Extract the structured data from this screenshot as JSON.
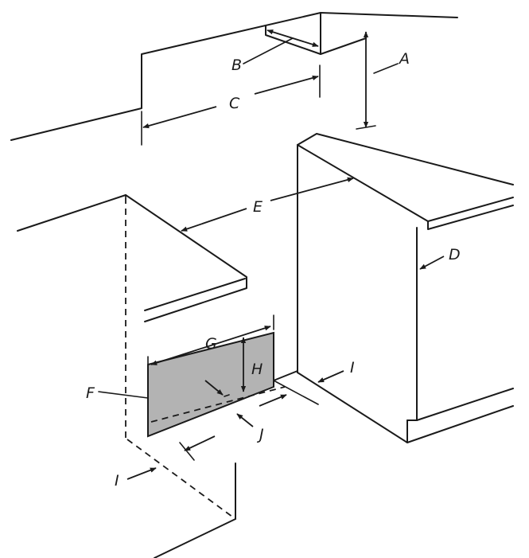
{
  "labels": {
    "a": "A",
    "b": "B",
    "c": "C",
    "d": "D",
    "e": "E",
    "f": "F",
    "g": "G",
    "h": "H",
    "i_right": "I",
    "i_left": "I",
    "j": "J"
  },
  "colors": {
    "ink": "#1a1a1a",
    "panel_fill": "#b3b3b3",
    "background": "#ffffff"
  }
}
